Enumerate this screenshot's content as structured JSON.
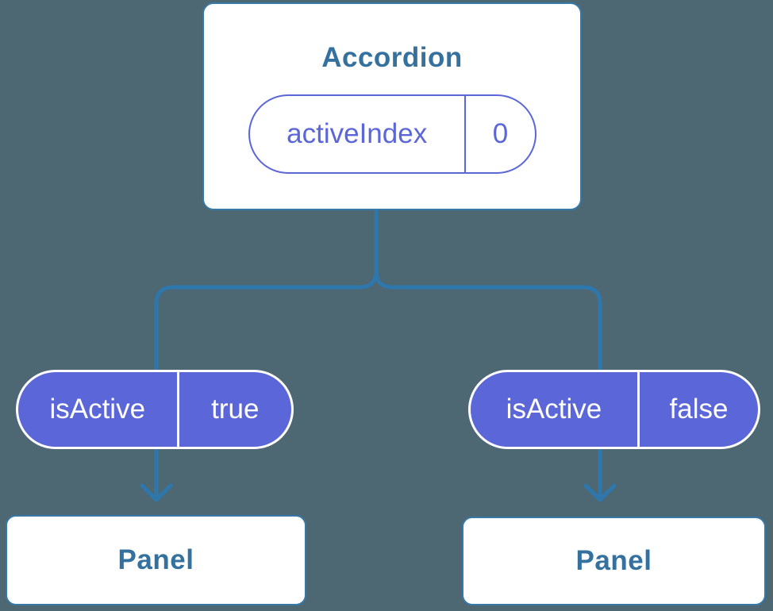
{
  "colors": {
    "bg": "#4d6873",
    "line": "#2e77ad",
    "card-border": "#3678a8",
    "text-blue": "#35719f",
    "purple": "#5b66d8",
    "card-bg": "#ffffff",
    "pill-text": "#ffffff"
  },
  "tree": {
    "root": {
      "title": "Accordion",
      "prop": {
        "name": "activeIndex",
        "value": "0"
      }
    },
    "children": [
      {
        "prop": {
          "name": "isActive",
          "value": "true"
        },
        "label": "Panel"
      },
      {
        "prop": {
          "name": "isActive",
          "value": "false"
        },
        "label": "Panel"
      }
    ]
  }
}
